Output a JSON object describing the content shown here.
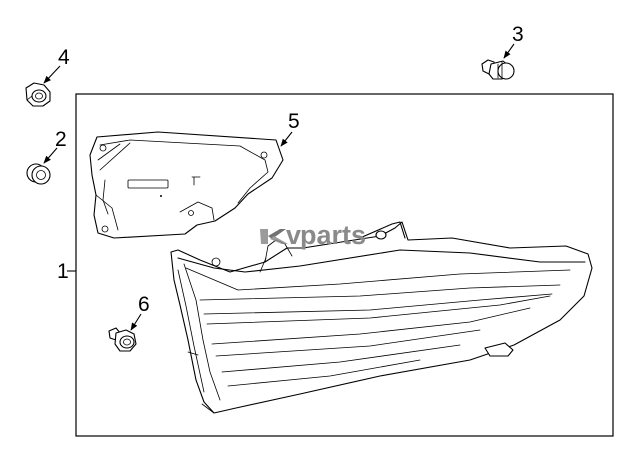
{
  "callouts": {
    "c1": "1",
    "c2": "2",
    "c3": "3",
    "c4": "4",
    "c5": "5",
    "c6": "6"
  },
  "watermark": {
    "brand": "parts",
    "brand_prefix": "v",
    "logo_icon": "stylized-k-logo-icon"
  }
}
